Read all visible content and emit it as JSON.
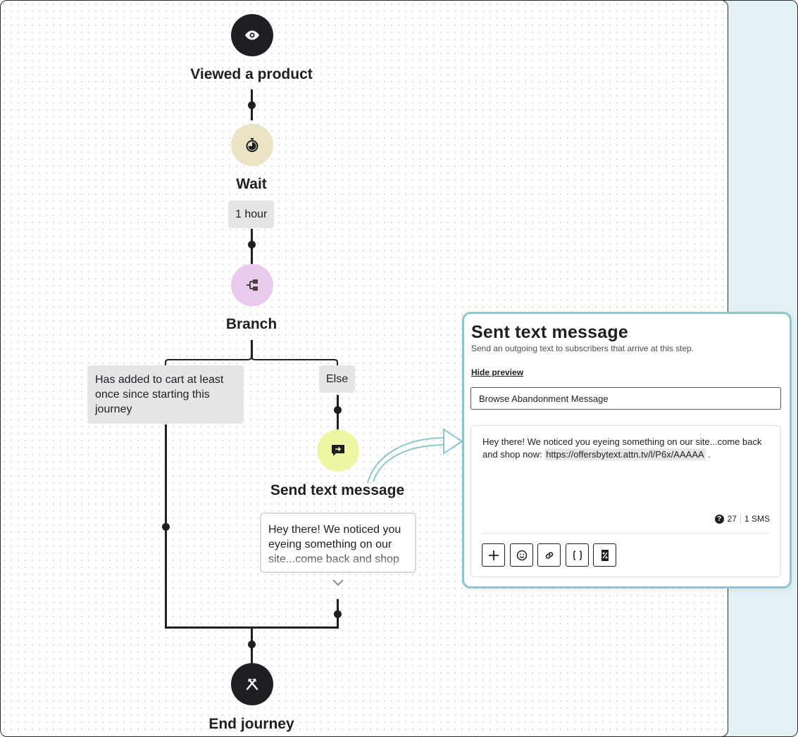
{
  "journey": {
    "trigger": {
      "label": "Viewed a product",
      "icon": "eye-icon",
      "color": "#1d1f22"
    },
    "wait": {
      "label": "Wait",
      "duration": "1 hour",
      "icon": "timer-icon",
      "color": "#ebe3c6"
    },
    "branch": {
      "label": "Branch",
      "icon": "branch-icon",
      "color": "#e9c9ec"
    },
    "branch_conditions": {
      "left": "Has added to cart at least once since starting this journey",
      "right": "Else"
    },
    "send": {
      "label": "Send text message",
      "icon": "message-send-icon",
      "color": "#eef6a3",
      "preview": "Hey there! We noticed you eyeing something on our site...come back and shop now"
    },
    "end": {
      "label": "End journey",
      "icon": "end-journey-icon",
      "color": "#1d1f22"
    }
  },
  "panel": {
    "title": "Sent text message",
    "subtitle": "Send an outgoing text to subscribers that arrive at this step.",
    "hide_preview": "Hide preview",
    "message_name": "Browse Abandonment Message",
    "message_body_prefix": "Hey there! We noticed you eyeing something on our site...come back and shop now: ",
    "message_link": "https://offersbytext.attn.tv/l/P6x/AAAAA",
    "message_body_suffix": " .",
    "char_count": "27",
    "sms_count": "1 SMS",
    "toolbar": [
      {
        "name": "add-button",
        "icon": "plus-icon"
      },
      {
        "name": "emoji-button",
        "icon": "smiley-icon"
      },
      {
        "name": "link-button",
        "icon": "link-icon"
      },
      {
        "name": "variable-button",
        "icon": "braces-icon"
      },
      {
        "name": "coupon-button",
        "icon": "coupon-icon"
      }
    ],
    "accent_color": "#8fc5cc"
  }
}
